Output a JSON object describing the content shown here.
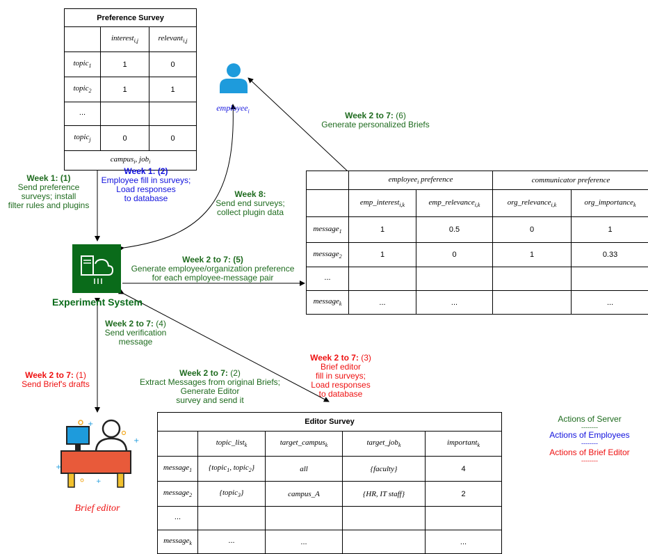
{
  "colors": {
    "server": "#1e6b1e",
    "employee": "#1111dd",
    "editor": "#ee1111",
    "system_box": "#0a6b1a",
    "person_icon": "#1e9bdc"
  },
  "preference_survey": {
    "title": "Preference Survey",
    "col_interest": "interest",
    "col_interest_sub": "i,j",
    "col_relevant": "relevant",
    "col_relevant_sub": "i,j",
    "rows": [
      {
        "label": "topic",
        "sub": "1",
        "interest": "1",
        "relevant": "0"
      },
      {
        "label": "topic",
        "sub": "2",
        "interest": "1",
        "relevant": "1"
      },
      {
        "label": "...",
        "sub": "",
        "interest": "",
        "relevant": ""
      },
      {
        "label": "topic",
        "sub": "j",
        "interest": "0",
        "relevant": "0"
      }
    ],
    "footer_a": "campus",
    "footer_a_sub": "i",
    "footer_sep": ", ",
    "footer_b": "job",
    "footer_b_sub": "i"
  },
  "employee": {
    "icon": "person-icon",
    "label": "employee",
    "label_sub": "i"
  },
  "preference_table": {
    "group_emp": "employee",
    "group_emp_sub": "i",
    "group_emp_suffix": " preference",
    "group_comm": "communicator preference",
    "columns": [
      {
        "name": "emp_interest",
        "sub": "i,k"
      },
      {
        "name": "emp_relevance",
        "sub": "i,k"
      },
      {
        "name": "org_relevance",
        "sub": "i,k"
      },
      {
        "name": "org_importance",
        "sub": "k"
      }
    ],
    "rows": [
      {
        "label": "message",
        "sub": "1",
        "values": [
          "1",
          "0.5",
          "0",
          "1"
        ]
      },
      {
        "label": "message",
        "sub": "2",
        "values": [
          "1",
          "0",
          "1",
          "0.33"
        ]
      },
      {
        "label": "...",
        "sub": "",
        "values": [
          "",
          "",
          "",
          ""
        ]
      },
      {
        "label": "message",
        "sub": "k",
        "values": [
          "...",
          "...",
          "",
          "..."
        ]
      }
    ]
  },
  "experiment_system": {
    "label": "Experiment System",
    "icon": "server-cloud-icon"
  },
  "brief_editor": {
    "label": "Brief editor",
    "icon": "desk-person-icon"
  },
  "editor_survey": {
    "title": "Editor Survey",
    "columns": [
      {
        "name": "topic_list",
        "sub": "k"
      },
      {
        "name": "target_campus",
        "sub": "k"
      },
      {
        "name": "target_job",
        "sub": "k"
      },
      {
        "name": "important",
        "sub": "k"
      }
    ],
    "rows": [
      {
        "label": "message",
        "sub": "1",
        "c1": "{topic",
        "c1_sub1": "1",
        "c1_mid": ", topic",
        "c1_sub2": "2",
        "c1_end": "}",
        "c2": "all",
        "c3": "{faculty}",
        "c4": "4"
      },
      {
        "label": "message",
        "sub": "2",
        "c1": "{topic",
        "c1_sub1": "3",
        "c1_mid": "",
        "c1_sub2": "",
        "c1_end": "}",
        "c2": "campus_A",
        "c3": "{HR, IT staff}",
        "c4": "2"
      },
      {
        "label": "...",
        "sub": "",
        "c1": "",
        "c1_sub1": "",
        "c1_mid": "",
        "c1_sub2": "",
        "c1_end": "",
        "c2": "",
        "c3": "",
        "c4": ""
      },
      {
        "label": "message",
        "sub": "k",
        "c1": "...",
        "c1_sub1": "",
        "c1_mid": "",
        "c1_sub2": "",
        "c1_end": "",
        "c2": "...",
        "c3": "",
        "c4": "..."
      }
    ]
  },
  "steps": {
    "w1_1": {
      "head": "Week 1: (1)",
      "lines": [
        "Send preference",
        "surveys; install",
        "filter rules and plugins"
      ]
    },
    "w1_2": {
      "head": "Week 1: (2)",
      "lines": [
        "Employee fill in surveys;",
        "Load responses",
        "to database"
      ]
    },
    "w8": {
      "head": "Week 8:",
      "lines": [
        "Send end surveys;",
        "collect plugin data"
      ]
    },
    "w27_6": {
      "head": "Week 2 to 7:",
      "num": " (6)",
      "lines": [
        "Generate personalized Briefs"
      ]
    },
    "w27_5": {
      "head": "Week 2 to 7: (5)",
      "lines": [
        "Generate employee/organization preference",
        "for each employee-message pair"
      ]
    },
    "w27_4": {
      "head": "Week 2 to 7:",
      "num": " (4)",
      "lines": [
        "Send verification",
        "message"
      ]
    },
    "w27_1": {
      "head": "Week 2 to 7:",
      "num": " (1)",
      "lines": [
        "Send Brief's drafts"
      ]
    },
    "w27_2": {
      "head": "Week 2 to 7:",
      "num": " (2)",
      "lines": [
        "Extract Messages from original Briefs;",
        "Generate Editor",
        "survey and send it"
      ]
    },
    "w27_3": {
      "head": "Week 2 to 7:",
      "num": " (3)",
      "lines": [
        "Brief editor",
        "fill in surveys;",
        "Load responses",
        "to database"
      ]
    }
  },
  "legend": {
    "server": "Actions of Server",
    "employees": "Actions of Employees",
    "editor": "Actions of Brief Editor",
    "dash": "--------"
  }
}
